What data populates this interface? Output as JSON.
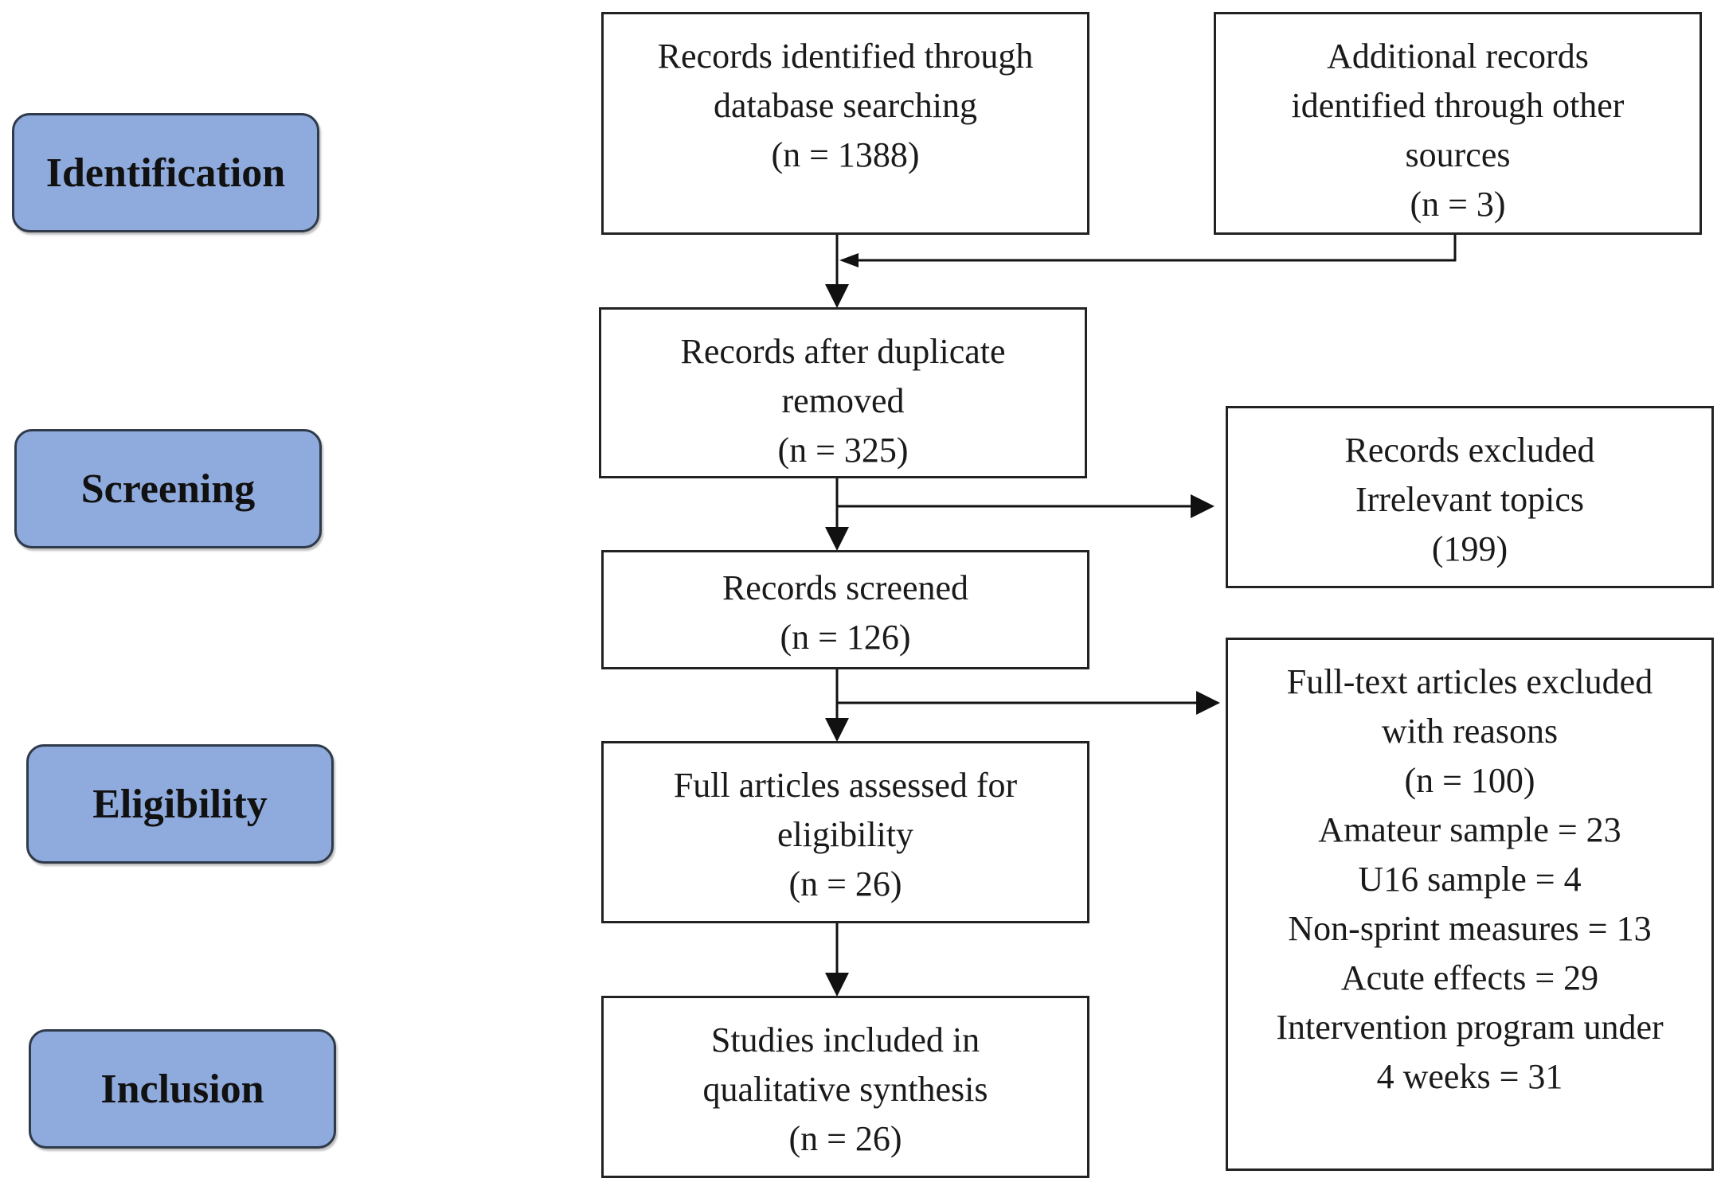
{
  "stages": [
    {
      "id": "identification",
      "label": "Identification"
    },
    {
      "id": "screening",
      "label": "Screening"
    },
    {
      "id": "eligibility",
      "label": "Eligibility"
    },
    {
      "id": "inclusion",
      "label": "Inclusion"
    }
  ],
  "boxes": {
    "database_records": {
      "lines": [
        "Records identified through",
        "database searching",
        "(n = 1388)"
      ]
    },
    "other_records": {
      "lines": [
        "Additional records",
        "identified through other",
        "sources",
        "(n = 3)"
      ]
    },
    "after_duplicates": {
      "lines": [
        "Records after duplicate",
        "removed",
        "(n = 325)"
      ]
    },
    "excluded_irrelevant": {
      "lines": [
        "Records excluded",
        "Irrelevant topics",
        "(199)"
      ]
    },
    "screened": {
      "lines": [
        "Records screened",
        "(n = 126)"
      ]
    },
    "fulltext_excluded": {
      "lines": [
        "Full-text articles excluded",
        "with reasons",
        "(n = 100)",
        "Amateur sample = 23",
        "U16 sample = 4",
        "Non-sprint measures = 13",
        "Acute effects = 29",
        "Intervention program under",
        "4 weeks = 31"
      ]
    },
    "assessed_eligibility": {
      "lines": [
        "Full articles assessed for",
        "eligibility",
        "(n = 26)"
      ]
    },
    "included": {
      "lines": [
        "Studies included in",
        "qualitative synthesis",
        "(n = 26)"
      ]
    }
  }
}
